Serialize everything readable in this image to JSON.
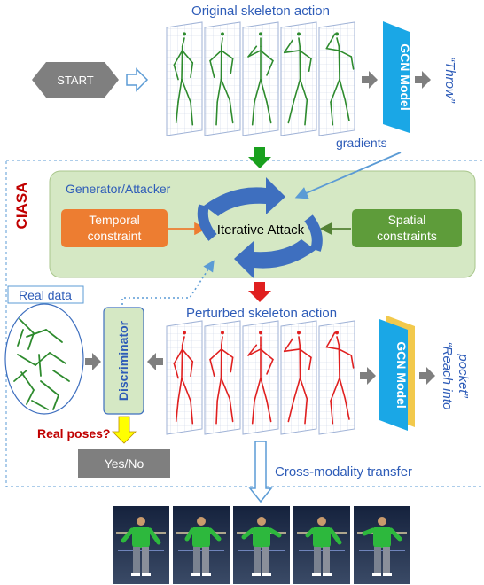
{
  "titles": {
    "original": "Original skeleton action",
    "perturbed": "Perturbed skeleton action",
    "cross_modality": "Cross-modality transfer",
    "ciasa": "CIASA",
    "generator": "Generator/Attacker",
    "gradients": "gradients",
    "real_data": "Real data",
    "real_poses": "Real poses?"
  },
  "nodes": {
    "start": "START",
    "gcn_model_top": "GCN Model",
    "gcn_model_bottom": "GCN Model",
    "temporal_line1": "Temporal",
    "temporal_line2": "constraint",
    "spatial_line1": "Spatial",
    "spatial_line2": "constraints",
    "iterative_attack": "Iterative Attack",
    "discriminator": "Discriminator",
    "yes_no": "Yes/No"
  },
  "outputs": {
    "throw": "“Throw”",
    "reach_line1": "“Reach into",
    "reach_line2": "pocket”"
  },
  "colors": {
    "blue_text": "#2e5cb8",
    "dark_red": "#c00000",
    "skeleton_green": "#2e8b2e",
    "skeleton_red": "#e02020",
    "gcn_blue": "#1aa7e6",
    "gcn_yellow": "#f2c94c",
    "panel_green": "#d5e8c4",
    "temporal_orange": "#ed7d31",
    "spatial_green": "#5e9c3a",
    "grey_arrow": "#7f7f7f"
  }
}
